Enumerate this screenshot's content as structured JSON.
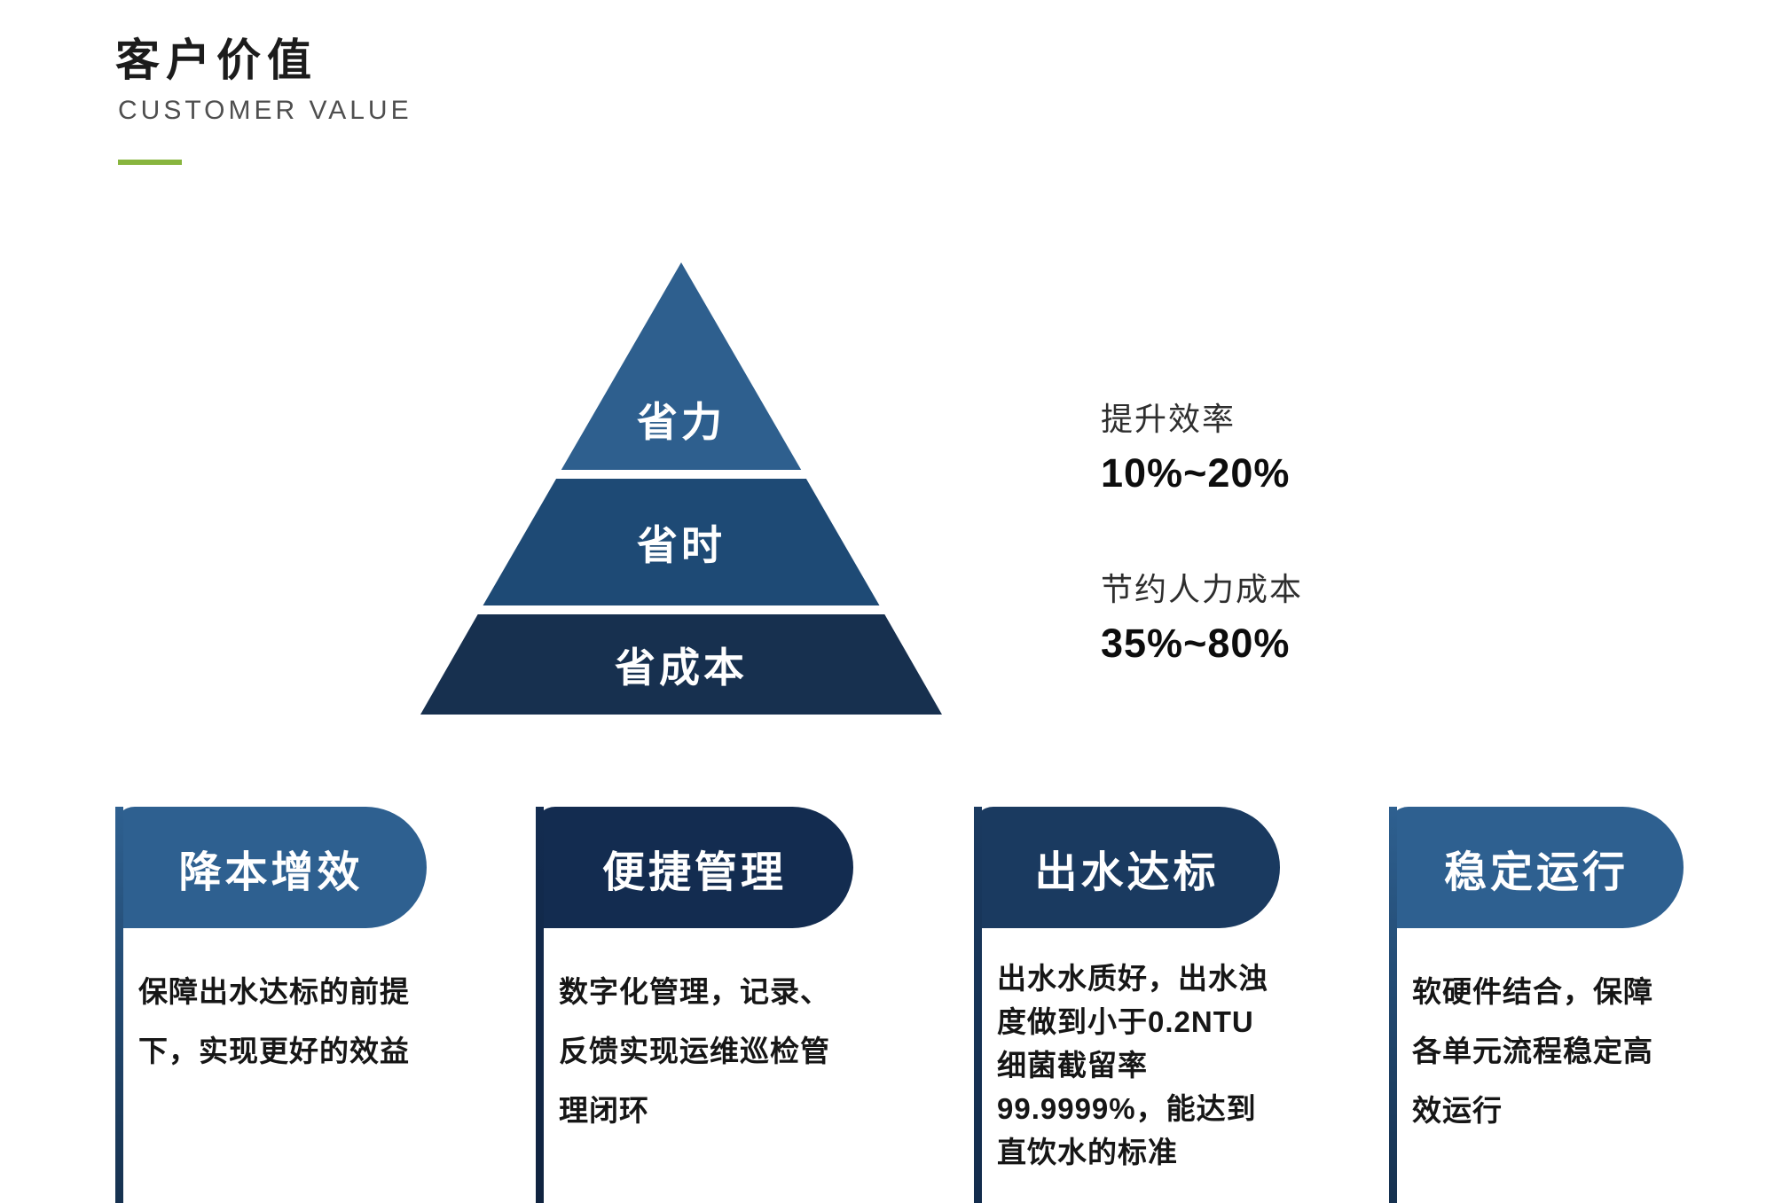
{
  "header": {
    "title": "客户价值",
    "subtitle": "CUSTOMER  VALUE",
    "accent_color": "#88b53e"
  },
  "pyramid": {
    "layers": [
      {
        "label": "省力",
        "color": "#2e5f8e"
      },
      {
        "label": "省时",
        "color": "#1e4a75"
      },
      {
        "label": "省成本",
        "color": "#17304f"
      }
    ]
  },
  "stats": [
    {
      "label": "提升效率",
      "value": "10%~20%"
    },
    {
      "label": "节约人力成本",
      "value": "35%~80%"
    }
  ],
  "cards": [
    {
      "title": "降本增效",
      "color": "#2e6090",
      "body": "保障出水达标的前提下，实现更好的效益"
    },
    {
      "title": "便捷管理",
      "color": "#132c50",
      "body": "数字化管理，记录、反馈实现运维巡检管理闭环"
    },
    {
      "title": "出水达标",
      "color": "#1a3a60",
      "body": "出水水质好，出水浊度做到小于0.2NTU\n细菌截留率\n99.9999%，能达到直饮水的标准"
    },
    {
      "title": "稳定运行",
      "color": "#2e6090",
      "body": "软硬件结合，保障各单元流程稳定高效运行"
    }
  ]
}
